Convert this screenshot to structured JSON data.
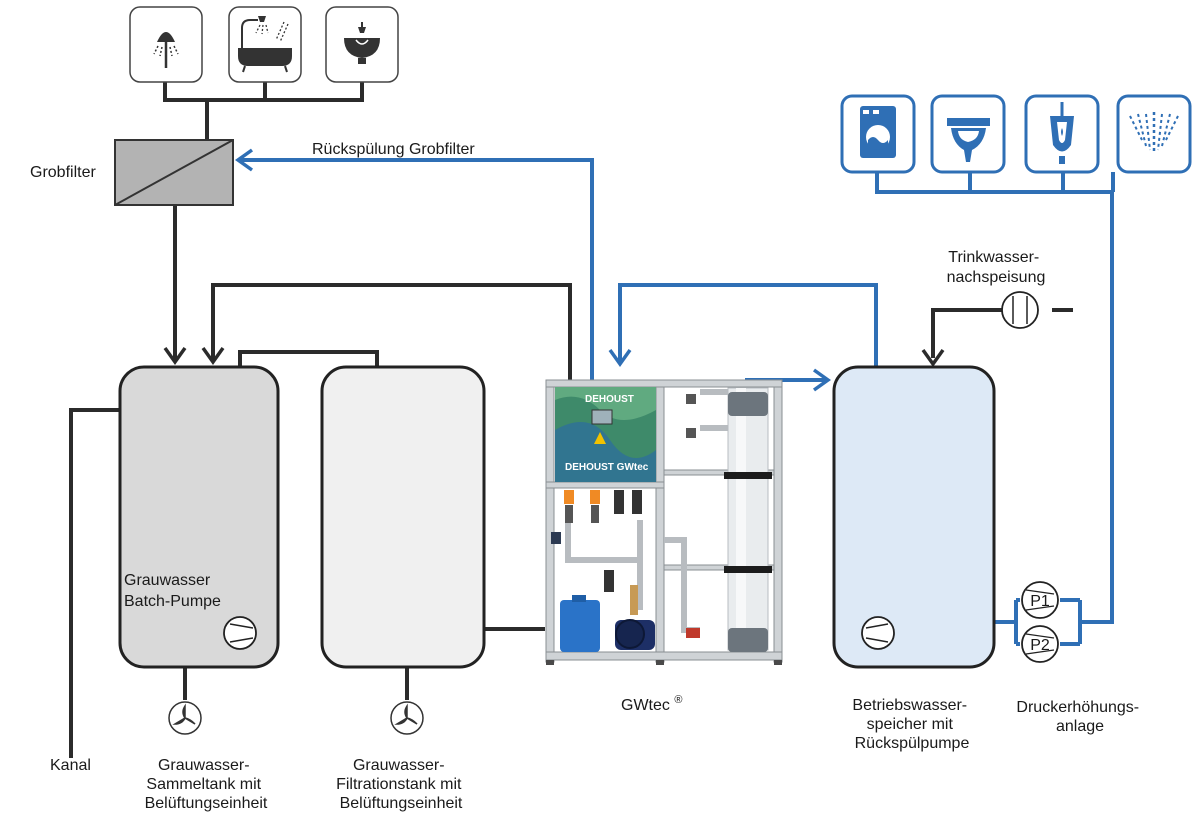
{
  "labels": {
    "grobfilter": "Grobfilter",
    "ruckspulung": "Rückspülung Grobfilter",
    "trinkwasser": [
      "Trinkwasser-",
      "nachspeisung"
    ],
    "batch_pumpe": [
      "Grauwasser",
      "Batch-Pumpe"
    ],
    "kanal": "Kanal",
    "sammeltank": [
      "Grauwasser-",
      "Sammeltank mit",
      "Belüftungseinheit"
    ],
    "filtrationstank": [
      "Grauwasser-",
      "Filtrationstank mit",
      "Belüftungseinheit"
    ],
    "gwtec": "GWtec",
    "gwtec_reg": "®",
    "betriebswasser": [
      "Betriebswasser-",
      "speicher mit",
      "Rückspülpumpe"
    ],
    "druckerhohung": [
      "Druckerhöhungs-",
      "anlage"
    ],
    "p1": "P1",
    "p2": "P2",
    "brand_top": "DEHOUST",
    "brand_bottom": "DEHOUST GWtec"
  },
  "greywater_sources": [
    "shower-icon",
    "bathtub-icon",
    "washbasin-icon"
  ],
  "service_water_consumers": [
    "washing-machine-icon",
    "toilet-icon",
    "urinal-icon",
    "garden-sprinkler-icon"
  ],
  "colors": {
    "greywater_line": "#2b2b2b",
    "service_water_line": "#2f6fb5",
    "sammeltank_fill": "#d9d9d9",
    "filtrationstank_fill": "#f0f0f0",
    "speicher_fill": "#dde9f6"
  }
}
